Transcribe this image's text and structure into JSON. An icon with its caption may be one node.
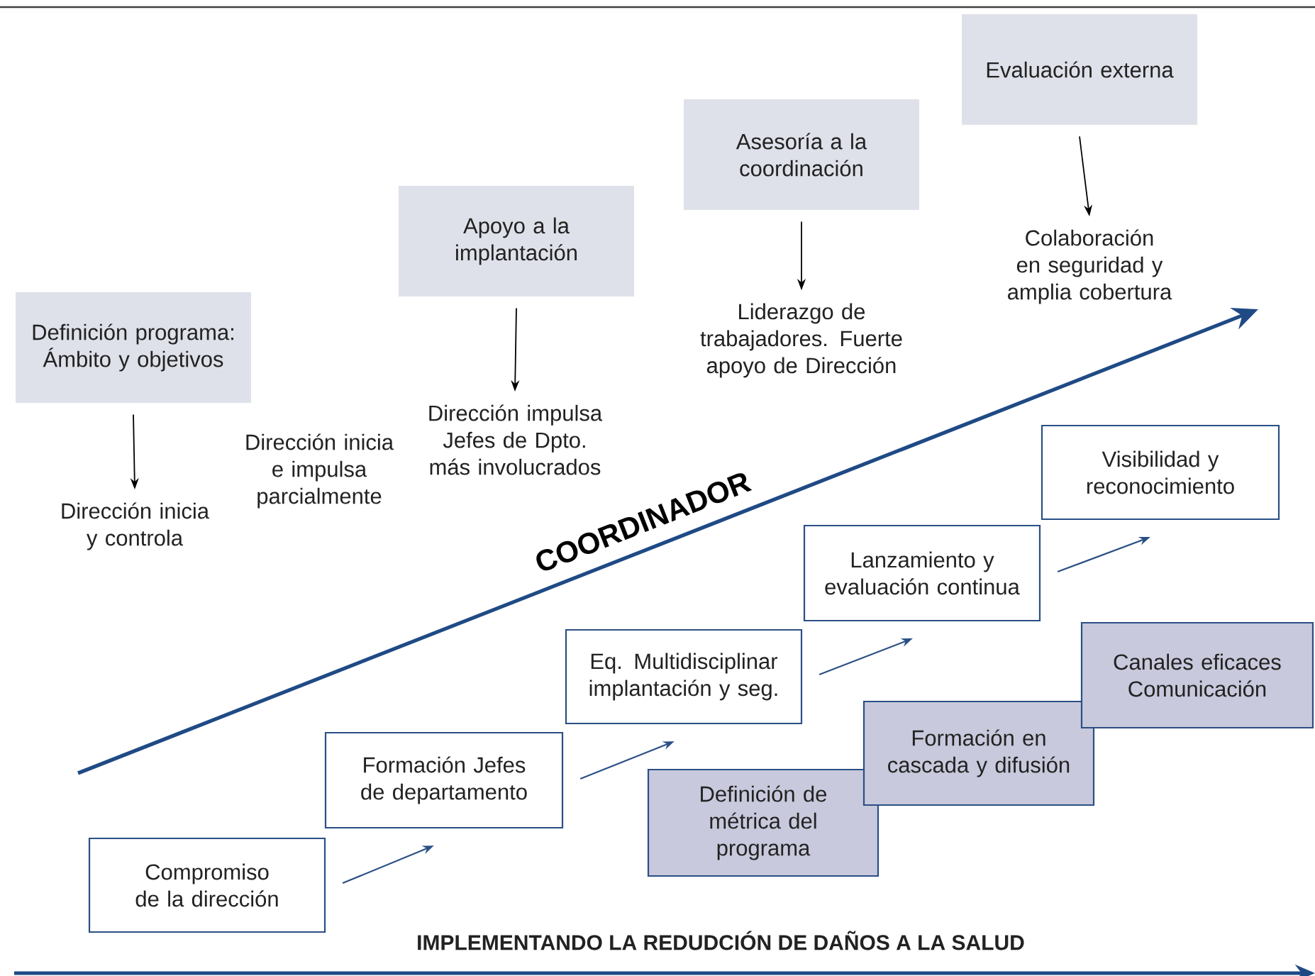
{
  "diagram": {
    "nodes": [
      {
        "text": [
          "Definición programa: Ámbito y objetivos"
        ]
      },
      {
        "text": [
          "Dirección inicia y controla"
        ]
      },
      {
        "text": [
          "Apoyo a la implantación"
        ]
      },
      {
        "text": [
          "Dirección impulsa Jefes de Dpto. más involucrados"
        ]
      },
      {
        "text": [
          "Asesoría a la coordinación"
        ]
      },
      {
        "text": [
          "Liderazgo de trabajadores. Fuerte apoyo de Dirección"
        ]
      },
      {
        "text": [
          "Evaluación externa"
        ]
      },
      {
        "text": [
          "Colaboración en seguridad y amplia cobertura"
        ]
      },
      {
        "text": [
          "Compromiso de la dirección"
        ]
      },
      {
        "text": [
          "Formación Jefes de departamento"
        ]
      },
      {
        "text": [
          "Eq. Multidisciplinar implantación y seg."
        ]
      },
      {
        "text": [
          "Lanzamiento y evaluación continua"
        ]
      },
      {
        "text": [
          "Visibilidad y reconocimiento"
        ]
      },
      {
        "text": [
          "Definición de métrica del programa"
        ]
      },
      {
        "text": [
          "Formación en cascada y difusión"
        ]
      },
      {
        "text": [
          "Canales eficaces Comunicación"
        ]
      }
    ],
    "edges": [
      {
        "from": 0,
        "to": 1,
        "arrow": "to"
      },
      {
        "from": 2,
        "to": 3,
        "arrow": "to"
      },
      {
        "from": 4,
        "to": 5,
        "arrow": "to"
      },
      {
        "from": 6,
        "to": 7,
        "arrow": "to"
      },
      {
        "from": 8,
        "to": 9,
        "arrow": "to",
        "color": "#2b4f86"
      },
      {
        "from": 9,
        "to": 10,
        "arrow": "to",
        "color": "#2b4f86"
      },
      {
        "from": 10,
        "to": 11,
        "arrow": "to",
        "color": "#2b4f86"
      },
      {
        "from": 11,
        "to": 12,
        "arrow": "to",
        "color": "#2b4f86"
      }
    ],
    "labels": [
      "Dirección inicia e impulsa parcialmente",
      "COORDINADOR",
      "IMPLEMENTANDO LA REDUDCIÓN DE DAÑOS A LA SALUD"
    ]
  }
}
